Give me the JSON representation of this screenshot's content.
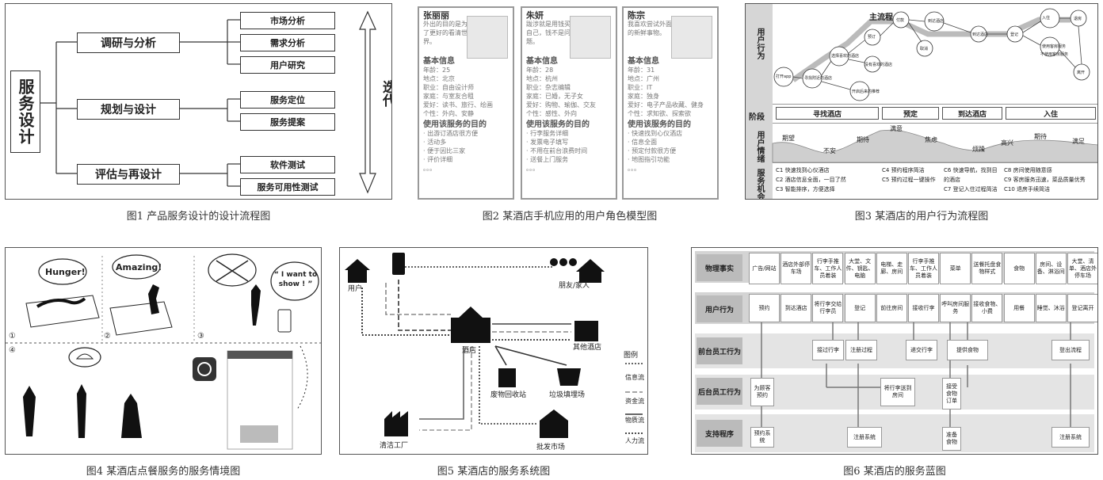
{
  "captions": {
    "fig1": "图1 产品服务设计的设计流程图",
    "fig2": "图2 某酒店手机应用的用户角色模型图",
    "fig3": "图3 某酒店的用户行为流程图",
    "fig4": "图4 某酒店点餐服务的服务情境图",
    "fig5": "图5 某酒店的服务系统图",
    "fig6": "图6 某酒店的服务蓝图"
  },
  "fig1": {
    "root": "服务设计",
    "stages": [
      "调研与分析",
      "规划与设计",
      "评估与再设计"
    ],
    "leaves": [
      "市场分析",
      "需求分析",
      "用户研究",
      "服务定位",
      "服务提案",
      "软件测试",
      "服务可用性测试"
    ],
    "iterate": "迭代"
  },
  "fig2": {
    "personas": [
      {
        "name": "张丽丽",
        "quote": "外出的目的是为了更好的看清世界。",
        "info_title": "基本信息",
        "info": [
          "年龄：25",
          "地点：北京",
          "职业：自由设计师",
          "家庭：与室友合租",
          "爱好：读书、旅行、绘画",
          "个性：外向、安静"
        ],
        "goal_title": "使用该服务的目的",
        "goals": [
          "· 出游订酒店很方便",
          "· 活动多",
          "· 便于因比三家",
          "· 评价详细",
          "。。。"
        ]
      },
      {
        "name": "朱妍",
        "quote": "跋涉就是用钱买自己，钱不是问题。",
        "info_title": "基本信息",
        "info": [
          "年龄：28",
          "地点：杭州",
          "职业：杂志编辑",
          "家庭：已婚，无子女",
          "爱好：购物、瑜伽、交友",
          "个性：感性、外向"
        ],
        "goal_title": "使用该服务的目的",
        "goals": [
          "· 行李服务详细",
          "· 发票电子填写",
          "· 不用在前台浪费时间",
          "· 送餐上门服务",
          "。。。"
        ]
      },
      {
        "name": "陈宗",
        "quote": "我喜欢尝试外面的新鲜事物。",
        "info_title": "基本信息",
        "info": [
          "年龄：31",
          "地点：广州",
          "职业：IT",
          "家庭：独身",
          "爱好：电子产品收藏、健身",
          "个性：求知欲、探索欲"
        ],
        "goal_title": "使用该服务的目的",
        "goals": [
          "· 快速找到心仪酒店",
          "· 信息全面",
          "· 预定付款很方便",
          "· 地图指引功能",
          "。。。"
        ]
      }
    ]
  },
  "fig3": {
    "row_labels": [
      "用户行为",
      "阶段",
      "用户情绪",
      "服务机会"
    ],
    "main_flow": "主流程",
    "nodes": [
      "打开app",
      "寻找附近的酒店",
      "选择喜欢的酒店",
      "预订",
      "没有喜欢的酒店",
      "开启后来的推荐",
      "付款",
      "到达酒店",
      "取消",
      "到达酒店",
      "登记",
      "入住",
      "使用客房服务",
      "不使用客房服务",
      "退房",
      "离开"
    ],
    "stages": [
      "寻找酒店",
      "预定",
      "到达酒店",
      "入住"
    ],
    "emotions": [
      "期望",
      "不安",
      "期待",
      "满意",
      "焦虑",
      "烦躁",
      "高兴",
      "期待",
      "满足"
    ],
    "opps": [
      [
        "C1 快速找到心仪酒店",
        "C2 酒店信息全面，一目了然",
        "C3 智能排序，方便选择"
      ],
      [
        "C4 预约程序简洁",
        "C5 预约过程一键操作"
      ],
      [
        "C6 快速导航，找到目的酒店",
        "C7 登记入住过程简洁"
      ],
      [
        "C8 房间使用随意感",
        "C9 客房服务迅速，菜品质量优秀",
        "C10 退房手续简洁"
      ]
    ]
  },
  "fig4": {
    "bubbles": [
      "Hunger!",
      "Amazing!",
      "“ I want to show ! ”"
    ],
    "steps": [
      "①",
      "②",
      "③",
      "④"
    ]
  },
  "fig5": {
    "nodes": {
      "user": "用户",
      "friends": "朋友/家人",
      "hotel": "酒店",
      "other": "其他酒店",
      "recycle": "废物回收站",
      "landfill": "垃圾填埋场",
      "cleaning": "清洁工厂",
      "market": "批发市场"
    },
    "legend_title": "图例",
    "legend": [
      "信息流",
      "资金流",
      "物质流",
      "人力流"
    ]
  },
  "fig6": {
    "rows": [
      "物理事实",
      "用户行为",
      "前台员工行为",
      "后台员工行为",
      "支持程序"
    ],
    "physical": [
      "广告/网站",
      "酒店外部停车场",
      "行李手推车、工作人员着装",
      "大堂、文件、钥匙、电脑",
      "电梯、走廊、房间",
      "行李手推车、工作人员着装",
      "菜单",
      "送餐托盘食物样式",
      "食物",
      "房间、设备、淋浴间",
      "大堂、清单、酒店外停车场"
    ],
    "user": [
      "预约",
      "到达酒店",
      "将行李交给行李员",
      "登记",
      "前往房间",
      "接收行李",
      "呼叫房间服务",
      "接收食物、小费",
      "用餐",
      "睡觉、沐浴",
      "登记离开"
    ],
    "front": [
      "接过行李",
      "注册过程",
      "递交行李",
      "提供食物",
      "登出流程"
    ],
    "back": [
      "为顾客预约",
      "将行李送到房间",
      "接受食物订单"
    ],
    "support": [
      "预约系统",
      "注册系统",
      "准备食物",
      "注册系统"
    ]
  }
}
